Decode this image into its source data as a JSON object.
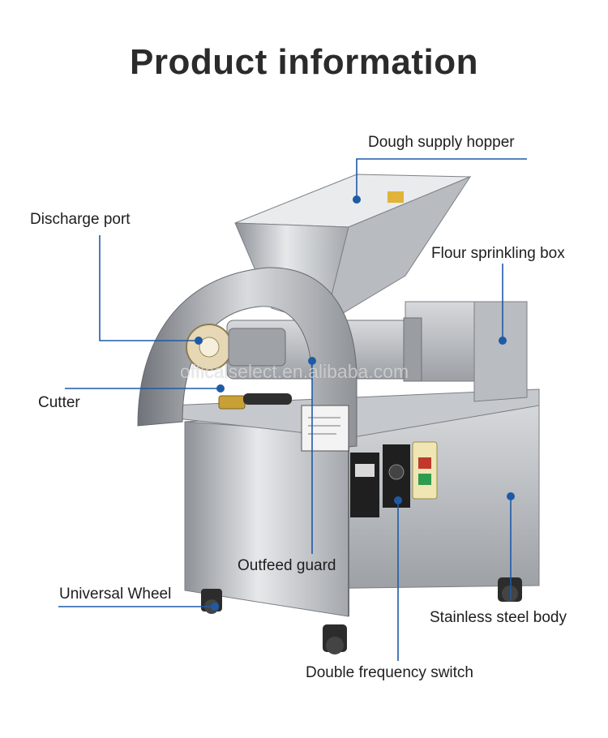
{
  "title": "Product information",
  "watermark": "officalselect.en.alibaba.com",
  "accent_color": "#1f5aa6",
  "callouts": {
    "hopper": "Dough supply hopper",
    "discharge": "Discharge port",
    "flour_box": "Flour sprinkling box",
    "cutter": "Cutter",
    "outfeed_guard": "Outfeed guard",
    "wheel": "Universal Wheel",
    "body": "Stainless steel body",
    "switch": "Double frequency switch"
  }
}
